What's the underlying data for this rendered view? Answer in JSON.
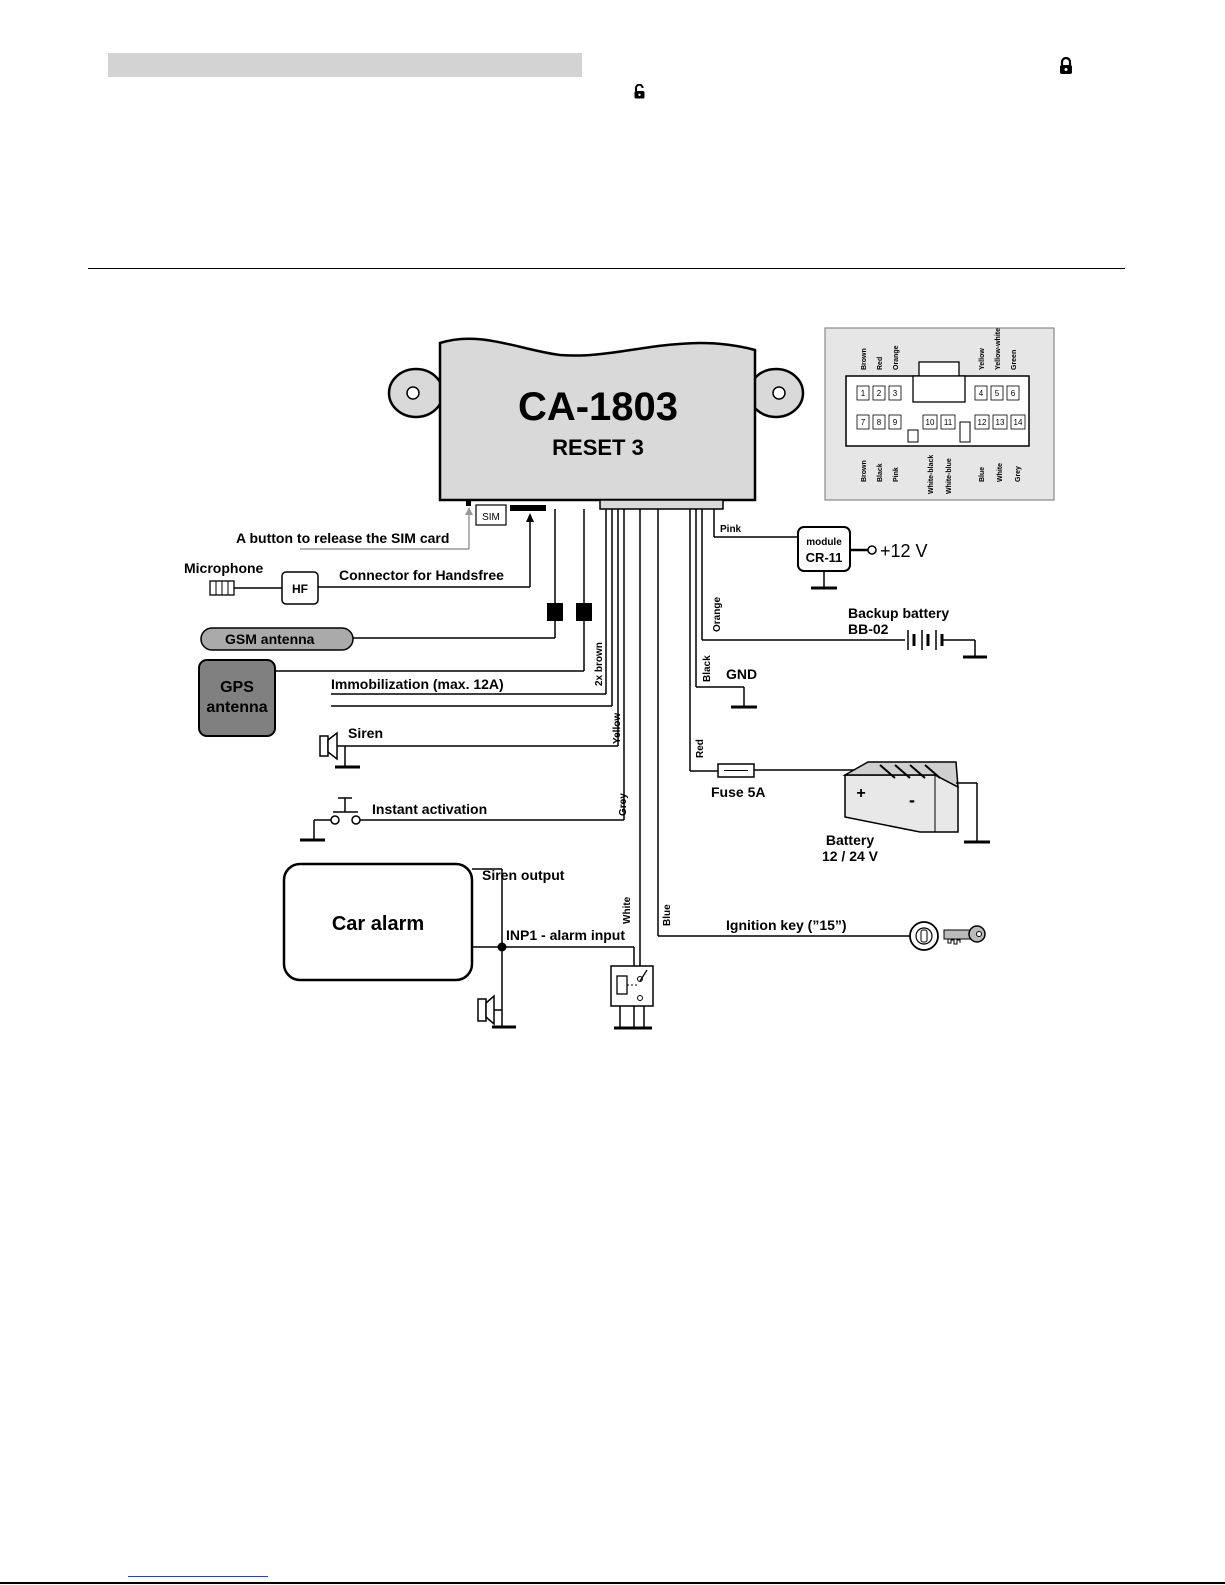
{
  "device": {
    "model": "CA-1803",
    "variant": "RESET 3"
  },
  "labels": {
    "sim_release": "A button to release the SIM card",
    "sim": "SIM",
    "microphone": "Microphone",
    "hf": "HF",
    "handsfree": "Connector for Handsfree",
    "gsm_antenna": "GSM antenna",
    "gps_antenna_line1": "GPS",
    "gps_antenna_line2": "antenna",
    "immobilization": "Immobilization (max. 12A)",
    "siren": "Siren",
    "instant_activation": "Instant activation",
    "car_alarm": "Car alarm",
    "siren_output": "Siren output",
    "inp1": "INP1 - alarm input",
    "ignition": "Ignition key (”15”)",
    "module_small": "module",
    "module_name": "CR-11",
    "plus12": "+12 V",
    "backup_battery_line1": "Backup battery",
    "backup_battery_line2": "BB-02",
    "gnd": "GND",
    "fuse": "Fuse 5A",
    "battery_line1": "Battery",
    "battery_line2": "12 / 24 V",
    "plus": "+",
    "minus": "-"
  },
  "wires": {
    "pink": "Pink",
    "orange": "Orange",
    "black": "Black",
    "red": "Red",
    "brown2x": "2x brown",
    "yellow": "Yellow",
    "grey": "Grey",
    "white": "White",
    "blue": "Blue"
  },
  "connector": {
    "top_labels": [
      "Brown",
      "Red",
      "Orange",
      "Yellow",
      "Yellow-white",
      "Green"
    ],
    "bottom_labels": [
      "Brown",
      "Black",
      "Pink",
      "White-black",
      "White-blue",
      "Blue",
      "White",
      "Grey"
    ],
    "top_pins": [
      "1",
      "2",
      "3",
      "4",
      "5",
      "6"
    ],
    "bottom_pins": [
      "7",
      "8",
      "9",
      "10",
      "11",
      "12",
      "13",
      "14"
    ]
  },
  "colors": {
    "box_fill": "#d9d9d9",
    "gps_fill": "#808080",
    "panel_fill": "#e6e6e6",
    "link": "#2a3cc9"
  }
}
